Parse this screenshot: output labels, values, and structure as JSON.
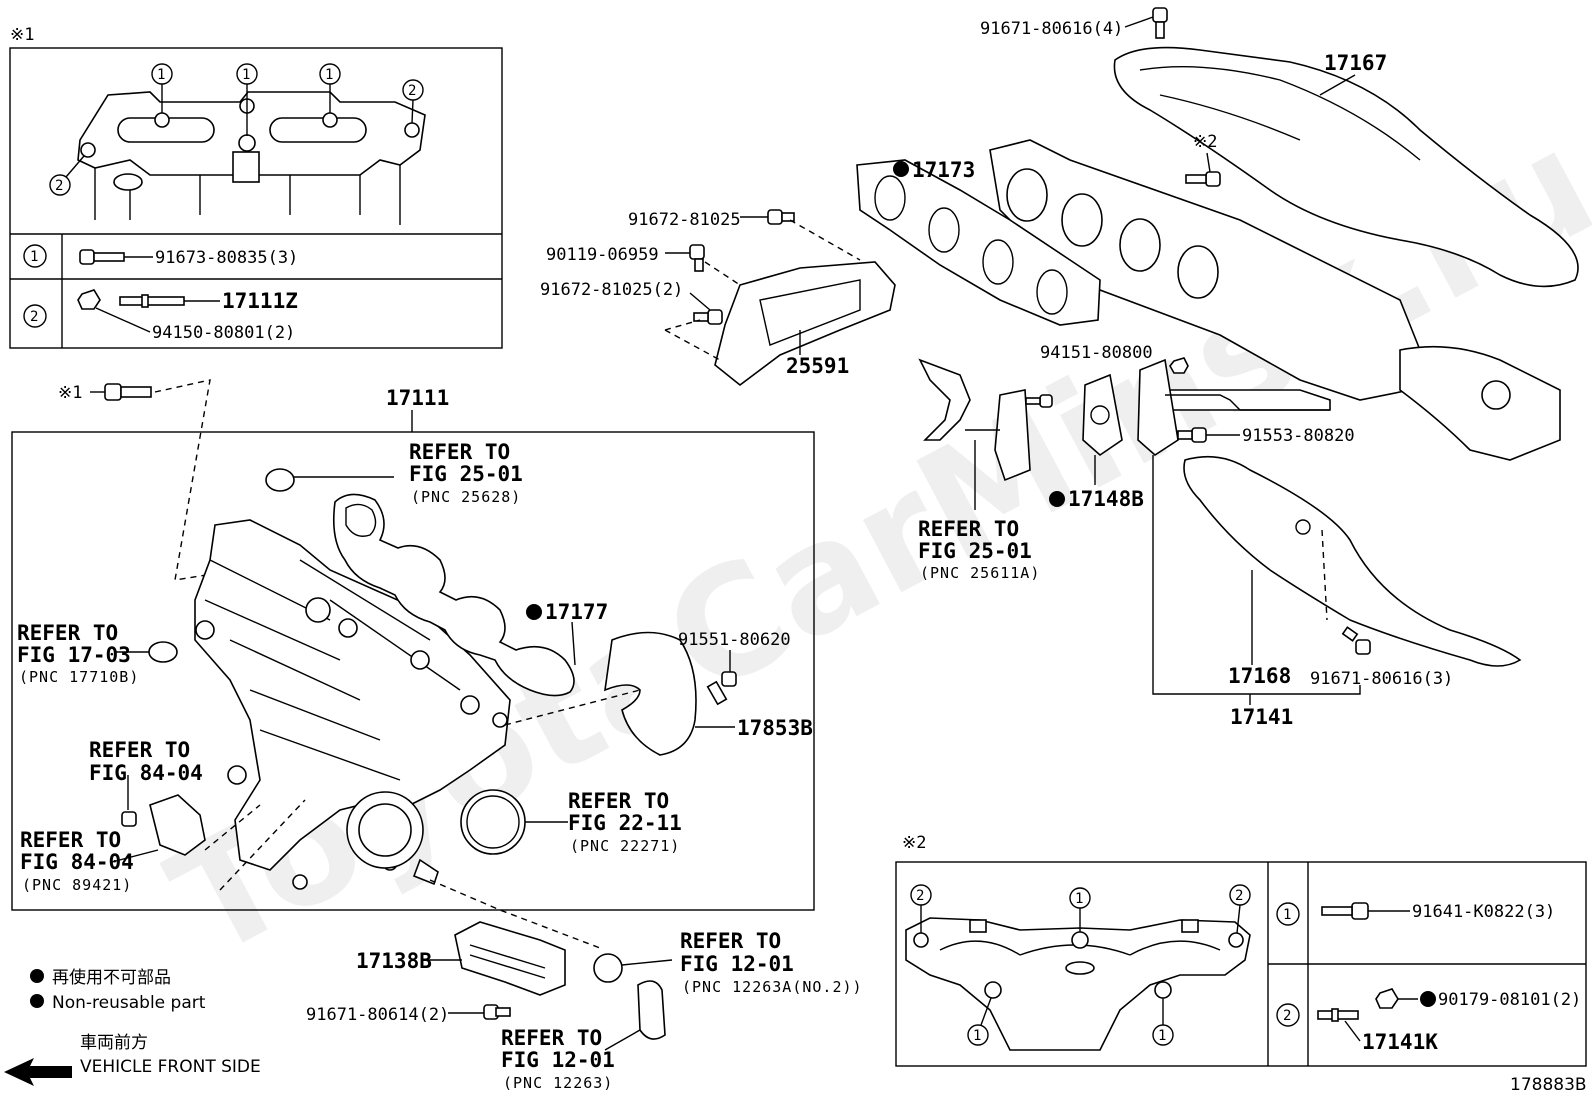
{
  "watermark": "ToyotaCarMinsk.ru",
  "diagram_code": "178883B",
  "legend": {
    "bullet": "●",
    "jp": "再使用不可部品",
    "en": "Non-reusable part",
    "front_jp": "車両前方",
    "front_en": "VEHICLE FRONT SIDE"
  },
  "note1": {
    "mark": "※1",
    "rows": [
      {
        "num": "1",
        "part": "91673-80835(3)"
      },
      {
        "num": "2",
        "part": "17111Z",
        "part2": "94150-80801(2)"
      }
    ]
  },
  "note2": {
    "mark": "※2",
    "rows": [
      {
        "num": "1",
        "part": "91641-K0822(3)"
      },
      {
        "num": "2",
        "part": "90179-08101(2)",
        "part2": "17141K"
      }
    ]
  },
  "labels": {
    "p91671_80616_4": "91671-80616(4)",
    "p17167": "17167",
    "m2": "※2",
    "p17173": "17173",
    "p91672_81025": "91672-81025",
    "p90119_06959": "90119-06959",
    "p91672_81025_2": "91672-81025(2)",
    "p25591": "25591",
    "p94151_80800": "94151-80800",
    "p91553_80820": "91553-80820",
    "p17148B": "17148B",
    "refer": "REFER TO",
    "fig25_01": "FIG 25-01",
    "pnc25611A": "(PNC 25611A)",
    "p17168": "17168",
    "p91671_80616_3": "91671-80616(3)",
    "p17141": "17141",
    "m1": "※1",
    "p17111": "17111",
    "pnc25628": "(PNC 25628)",
    "p17177": "17177",
    "p91551_80620": "91551-80620",
    "p17853B": "17853B",
    "fig17_03": "FIG 17-03",
    "pnc17710B": "(PNC 17710B)",
    "fig84_04": "FIG 84-04",
    "pnc89421": "(PNC 89421)",
    "fig22_11": "FIG 22-11",
    "pnc22271": "(PNC 22271)",
    "p17138B": "17138B",
    "p91671_80614_2": "91671-80614(2)",
    "fig12_01": "FIG 12-01",
    "pnc12263A": "(PNC 12263A(NO.2))",
    "pnc12263": "(PNC 12263)"
  }
}
